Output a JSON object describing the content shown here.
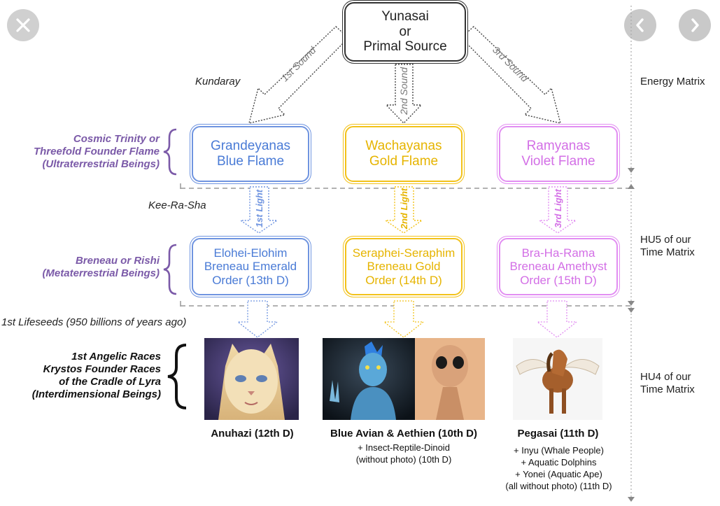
{
  "controls": {
    "close_icon": "close-icon",
    "prev_icon": "chevron-left-icon",
    "next_icon": "chevron-right-icon"
  },
  "source": {
    "line1": "Yunasai",
    "line2": "or",
    "line3": "Primal Source"
  },
  "sounds": {
    "first": "1st Sound",
    "second": "2nd Sound",
    "third": "3rd Sound"
  },
  "lights": {
    "first": "1st Light",
    "second": "2nd Light",
    "third": "3rd Light"
  },
  "left_labels": {
    "kundaray": "Kundaray",
    "kee_ra_sha": "Kee-Ra-Sha",
    "lifeseeds": "1st Lifeseeds (950 billions of years ago)",
    "cosmic": [
      "Cosmic Trinity or",
      "Threefold Founder Flame",
      "(Ultraterrestrial Beings)"
    ],
    "breneau": [
      "Breneau or Rishi",
      "(Metaterrestrial Beings)"
    ],
    "angelic": [
      "1st Angelic Races",
      "Krystos Founder Races",
      "of the Cradle of Lyra",
      "(Interdimensional Beings)"
    ]
  },
  "right_labels": {
    "energy": "Energy Matrix",
    "hu5": [
      "HU5 of our",
      "Time Matrix"
    ],
    "hu4": [
      "HU4 of our",
      "Time Matrix"
    ]
  },
  "flames": [
    {
      "line1": "Grandeyanas",
      "line2": "Blue Flame"
    },
    {
      "line1": "Wachayanas",
      "line2": "Gold Flame"
    },
    {
      "line1": "Ramyanas",
      "line2": "Violet Flame"
    }
  ],
  "orders": [
    {
      "line1": "Elohei-Elohim",
      "line2": "Breneau Emerald",
      "line3": "Order (13th D)"
    },
    {
      "line1": "Seraphei-Seraphim",
      "line2": "Breneau Gold",
      "line3": "Order (14th D)"
    },
    {
      "line1": "Bra-Ha-Rama",
      "line2": "Breneau Amethyst",
      "line3": "Order (15th D)"
    }
  ],
  "races": {
    "anuhazi": {
      "title": "Anuhazi (12th D)"
    },
    "avian": {
      "title": "Blue Avian & Aethien (10th D)",
      "sub": [
        "+ Insect-Reptile-Dinoid",
        "(without photo) (10th D)"
      ]
    },
    "pegasai": {
      "title": "Pegasai (11th D)",
      "sub": [
        "+ Inyu (Whale People)",
        "+ Aquatic Dolphins",
        "+ Yonei (Aquatic Ape)",
        "(all without photo) (11th D)"
      ]
    }
  },
  "colors": {
    "blue": "#6f94e0",
    "gold": "#f2c21a",
    "violet": "#e28ef2",
    "purple_label": "#7b5aa8"
  }
}
